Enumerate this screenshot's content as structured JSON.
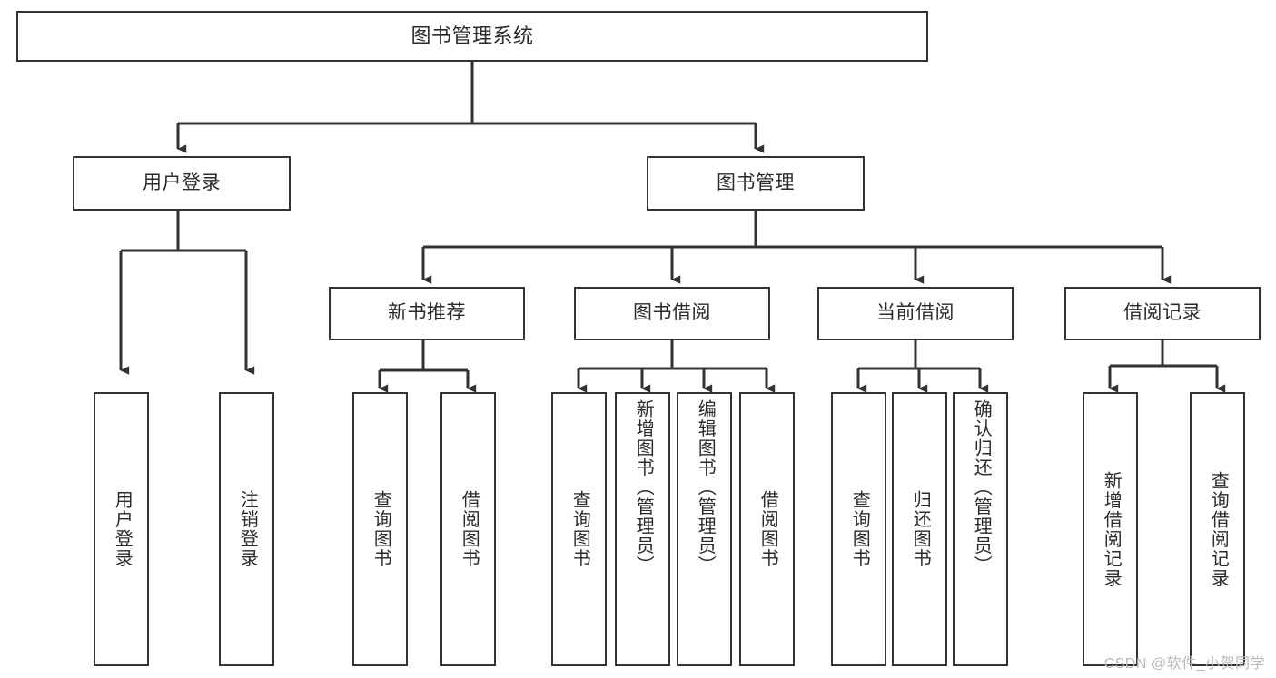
{
  "diagram": {
    "type": "tree",
    "title": "图书管理系统",
    "root": {
      "label": "图书管理系统"
    },
    "level1": [
      {
        "label": "用户登录"
      },
      {
        "label": "图书管理"
      }
    ],
    "level2": [
      {
        "label": "新书推荐"
      },
      {
        "label": "图书借阅"
      },
      {
        "label": "当前借阅"
      },
      {
        "label": "借阅记录"
      }
    ],
    "leaves": {
      "user_login": [
        {
          "label": "用户登录"
        },
        {
          "label": "注销登录"
        }
      ],
      "new_book_recommend": [
        {
          "label": "查询图书"
        },
        {
          "label": "借阅图书"
        }
      ],
      "book_borrow": [
        {
          "label": "查询图书"
        },
        {
          "label": "新增图书（管理员）"
        },
        {
          "label": "编辑图书（管理员）"
        },
        {
          "label": "借阅图书"
        }
      ],
      "current_borrow": [
        {
          "label": "查询图书"
        },
        {
          "label": "归还图书"
        },
        {
          "label": "确认归还（管理员）"
        }
      ],
      "borrow_record": [
        {
          "label": "新增借阅记录"
        },
        {
          "label": "查询借阅记录"
        }
      ]
    }
  },
  "watermark": {
    "text": "CSDN @软件_小贺同学"
  },
  "colors": {
    "stroke": "#333333",
    "text": "#2b2b2b",
    "background": "#ffffff",
    "watermark": "#b9b9b9"
  }
}
